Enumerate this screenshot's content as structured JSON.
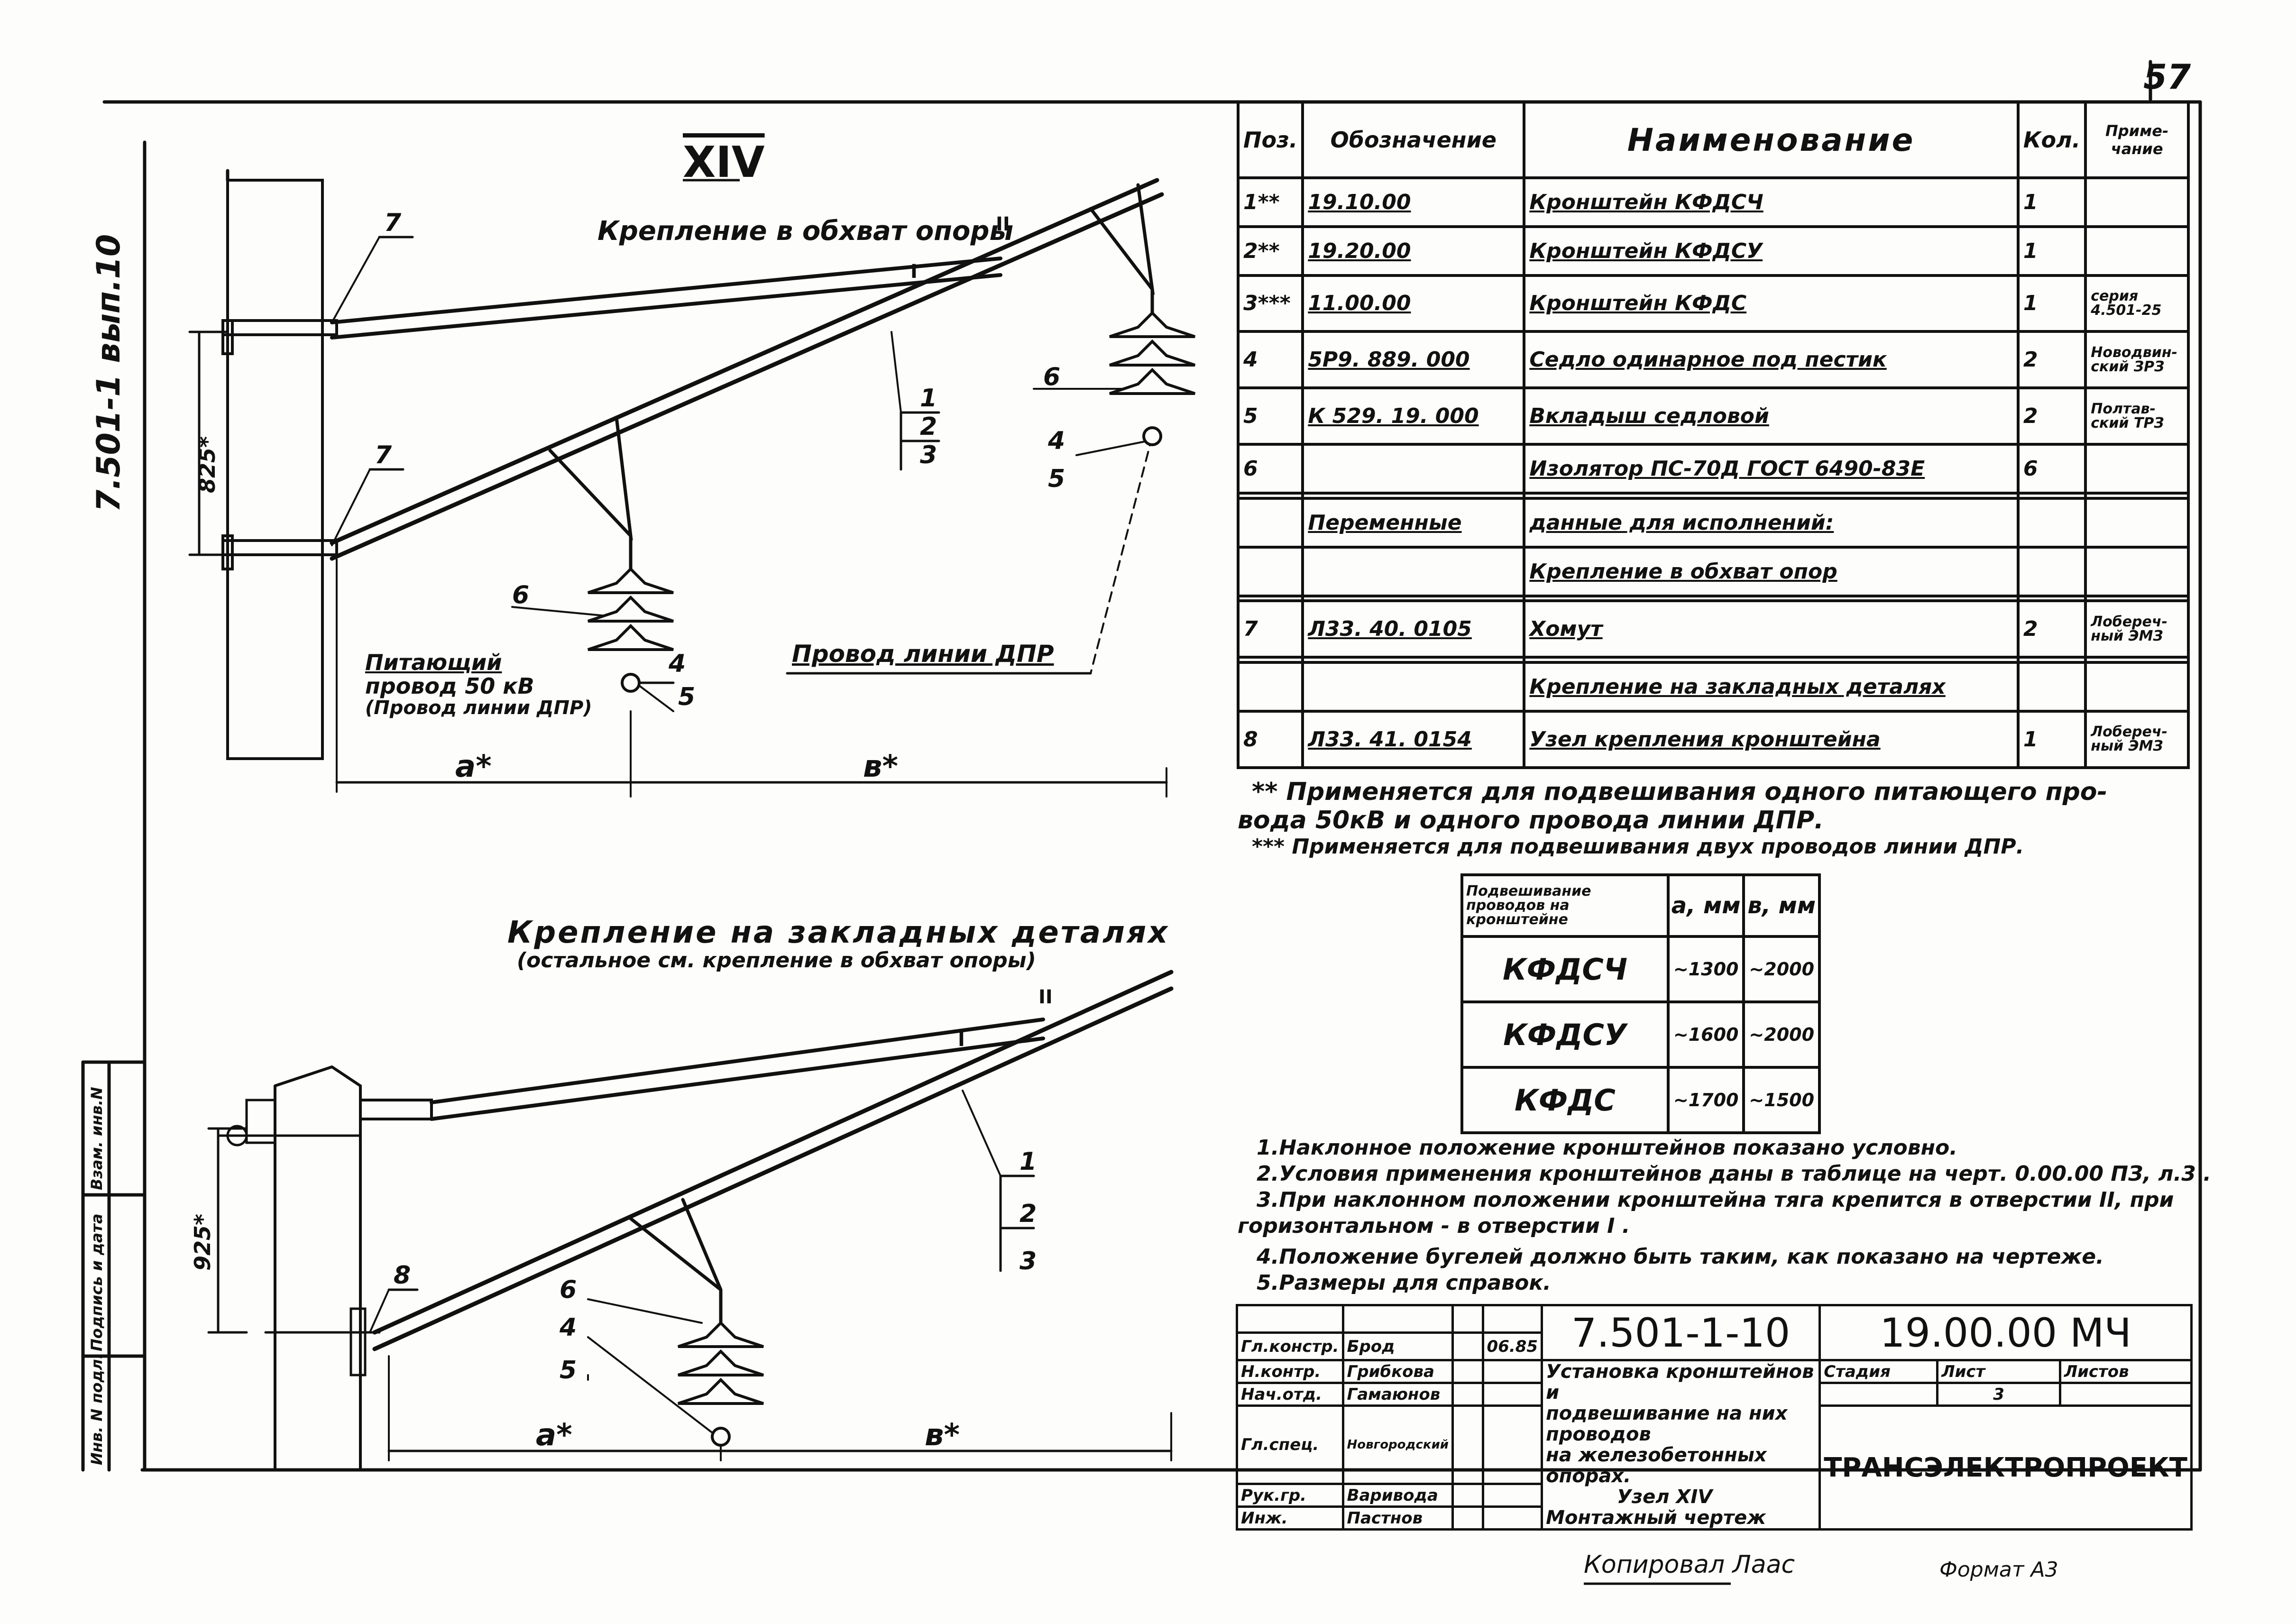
{
  "page_number": "57",
  "side_code": "7.501-1 вып.10",
  "node_roman": "XIV",
  "view1_title": "Крепление в обхват опоры",
  "view2_title": "Крепление на закладных деталях",
  "view2_subtitle": "(остальное см. крепление в обхват опоры)",
  "dim_825": "825*",
  "dim_925": "925*",
  "hole_I": "I",
  "hole_II": "II",
  "dim_a": "a*",
  "dim_b": "в*",
  "labels": {
    "one": "1",
    "two": "2",
    "three": "3",
    "four": "4",
    "five": "5",
    "six": "6",
    "seven": "7",
    "eight": "8"
  },
  "feed_wire": [
    "Питающий",
    "провод 50 кВ",
    "(Провод линии ДПР)"
  ],
  "dpr_wire": "Провод линии ДПР",
  "spec": {
    "headers": {
      "pos": "Поз.",
      "designation": "Обозначение",
      "name": "Наименование",
      "qty": "Кол.",
      "note": "Приме-чание"
    },
    "rows": [
      {
        "pos": "1**",
        "des": "19.10.00",
        "name": "Кронштейн  КФДСЧ",
        "qty": "1",
        "note": ""
      },
      {
        "pos": "2**",
        "des": "19.20.00",
        "name": "Кронштейн  КФДСУ",
        "qty": "1",
        "note": ""
      },
      {
        "pos": "3***",
        "des": "11.00.00",
        "name": "Кронштейн  КФДС",
        "qty": "1",
        "note": "серия 4.501-25"
      },
      {
        "pos": "4",
        "des": "5Р9. 889. 000",
        "name": "Седло одинарное под пестик",
        "qty": "2",
        "note": "Новодвин-ский ЗРЗ"
      },
      {
        "pos": "5",
        "des": "К 529. 19. 000",
        "name": "Вкладыш седловой",
        "qty": "2",
        "note": "Полтав-ский ТРЗ"
      },
      {
        "pos": "6",
        "des": "",
        "name": "Изолятор ПС-70Д ГОСТ 6490-83Е",
        "qty": "6",
        "note": ""
      },
      {
        "pos": "",
        "des": "",
        "name": "",
        "qty": "",
        "note": ""
      },
      {
        "pos": "",
        "des": "Переменные",
        "name": "данные  для  исполнений:",
        "qty": "",
        "note": ""
      },
      {
        "pos": "",
        "des": "",
        "name": "Крепление  в обхват  опор",
        "qty": "",
        "note": ""
      },
      {
        "pos": "",
        "des": "",
        "name": "",
        "qty": "",
        "note": ""
      },
      {
        "pos": "7",
        "des": "Л33. 40. 0105",
        "name": "Хомут",
        "qty": "2",
        "note": "Лобереч-ный ЭМЗ"
      },
      {
        "pos": "",
        "des": "",
        "name": "",
        "qty": "",
        "note": ""
      },
      {
        "pos": "",
        "des": "",
        "name": "Крепление на закладных деталях",
        "qty": "",
        "note": ""
      },
      {
        "pos": "8",
        "des": "Л33. 41. 0154",
        "name": "Узел крепления  кронштейна",
        "qty": "1",
        "note": "Лобереч-ный ЭМЗ"
      }
    ]
  },
  "footnotes": [
    "** Применяется  для подвешивания одного  питающего про-",
    "вода 50кВ и одного  провода линии ДПР.",
    "*** Применяется для подвешивания двух проводов линии ДПР."
  ],
  "ab_table": {
    "header": [
      "Подвешивание",
      "проводов на",
      "кронштейне"
    ],
    "col_a": "a, мм",
    "col_b": "в, мм",
    "rows": [
      {
        "name": "КФДСЧ",
        "a": "~1300",
        "b": "~2000"
      },
      {
        "name": "КФДСУ",
        "a": "~1600",
        "b": "~2000"
      },
      {
        "name": "КФДС",
        "a": "~1700",
        "b": "~1500"
      }
    ]
  },
  "notes": [
    "1.Наклонное положение кронштейнов показано условно.",
    "2.Условия применения кронштейнов даны в таблице на черт. 0.00.00 ПЗ, л.3 .",
    "3.При наклонном положении кронштейна тяга крепится в отверстии II, при",
    "горизонтальном - в отверстии I .",
    "4.Положение бугелей должно быть таким, как показано на чертеже.",
    "5.Размеры для справок."
  ],
  "title_block": {
    "doc_code": "7.501-1-10",
    "doc_number": "19.00.00 МЧ",
    "signers": [
      {
        "role": "Гл.констр.",
        "name": "Брод",
        "date": "06.85"
      },
      {
        "role": "Н.контр.",
        "name": "Грибкова",
        "date": ""
      },
      {
        "role": "Нач.отд.",
        "name": "Гамаюнов",
        "date": ""
      },
      {
        "role": "Гл.спец.",
        "name": "Новгородский",
        "date": ""
      },
      {
        "role": "Рук.гр.",
        "name": "Варивода",
        "date": ""
      },
      {
        "role": "Инж.",
        "name": "Пастнов",
        "date": ""
      }
    ],
    "title_lines": [
      "Установка кронштейнов и",
      "подвешивание на них проводов",
      "на железобетонных опорах.",
      "Узел XIV",
      "Монтажный чертеж"
    ],
    "stage_label": "Стадия",
    "sheet_label": "Лист",
    "sheets_label": "Листов",
    "sheet_no": "3",
    "org": "ТРАНСЭЛЕКТРОПРОЕКТ"
  },
  "left_stamp": [
    "Инв. N подл.",
    "Подпись и дата",
    "Взам. инв.N"
  ],
  "copied_by": "Копировал  Лаас",
  "format": "Формат  А3"
}
